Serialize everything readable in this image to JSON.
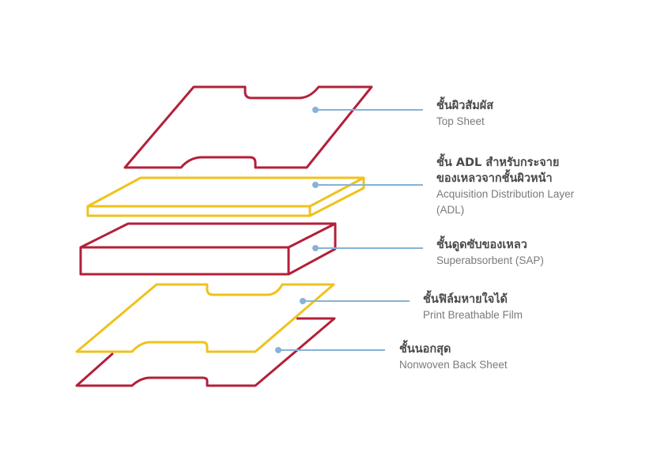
{
  "colors": {
    "red": "#b3203a",
    "yellow": "#f0c21c",
    "leader": "#86b3d6"
  },
  "layers": [
    {
      "thai": "ชั้นผิวสัมผัส",
      "english": "Top Sheet"
    },
    {
      "thai_line1": "ชั้น ADL สำหรับกระจาย",
      "thai_line2": "ของเหลวจากชั้นผิวหน้า",
      "english_line1": "Acquisition Distribution Layer",
      "english_line2": "(ADL)"
    },
    {
      "thai": "ชั้นดูดซับของเหลว",
      "english": "Superabsorbent (SAP)"
    },
    {
      "thai": "ชั้นฟิล์มหายใจได้",
      "english": "Print Breathable Film"
    },
    {
      "thai": "ชั้นนอกสุด",
      "english": "Nonwoven Back Sheet"
    }
  ]
}
